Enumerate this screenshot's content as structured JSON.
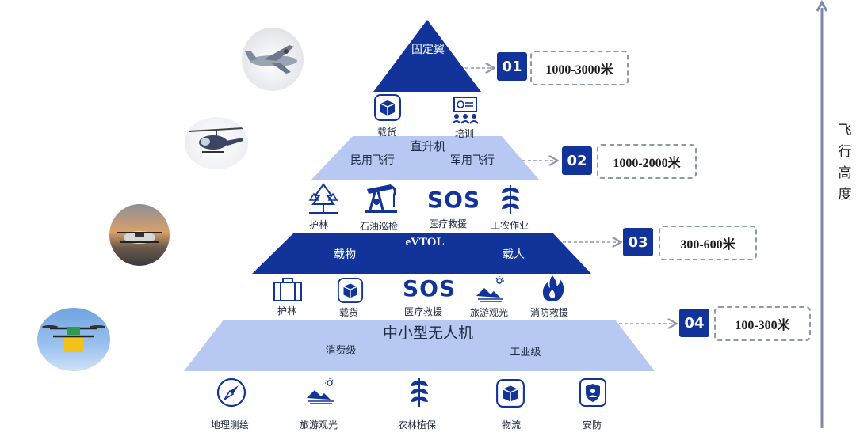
{
  "tiers": [
    {
      "id": "fixed-wing",
      "title": "固定翼",
      "badge": "01",
      "altitude": "1000-3000米",
      "subs": []
    },
    {
      "id": "helicopter",
      "title": "直升机",
      "badge": "02",
      "altitude": "1000-2000米",
      "subs": [
        "民用飞行",
        "军用飞行"
      ]
    },
    {
      "id": "evtol",
      "title": "eVTOL",
      "badge": "03",
      "altitude": "300-600米",
      "subs": [
        "载物",
        "载人"
      ]
    },
    {
      "id": "drone",
      "title": "中小型无人机",
      "badge": "04",
      "altitude": "100-300米",
      "subs": [
        "消费级",
        "工业级"
      ]
    }
  ],
  "applications": {
    "fixed_wing": [
      {
        "label": "载货",
        "icon": "cargo-box-icon"
      },
      {
        "label": "培训",
        "icon": "training-icon"
      }
    ],
    "helicopter": [
      {
        "label": "护林",
        "icon": "forest-trees-icon"
      },
      {
        "label": "石油巡检",
        "icon": "oil-pump-icon"
      },
      {
        "label": "医疗救援",
        "icon": "sos-icon"
      },
      {
        "label": "工农作业",
        "icon": "crop-icon"
      }
    ],
    "evtol": [
      {
        "label": "护林",
        "icon": "briefcase-icon"
      },
      {
        "label": "载货",
        "icon": "cargo-box-icon"
      },
      {
        "label": "医疗救援",
        "icon": "sos-icon"
      },
      {
        "label": "旅游观光",
        "icon": "sightseeing-icon"
      },
      {
        "label": "消防救援",
        "icon": "fire-icon"
      }
    ],
    "drone": [
      {
        "label": "地理测绘",
        "icon": "compass-icon"
      },
      {
        "label": "旅游观光",
        "icon": "sightseeing-icon"
      },
      {
        "label": "农林植保",
        "icon": "crop-icon"
      },
      {
        "label": "物流",
        "icon": "cargo-box-icon"
      },
      {
        "label": "安防",
        "icon": "shield-icon"
      }
    ]
  },
  "sos_text": "SOS",
  "axis_label": [
    "飞",
    "行",
    "高",
    "度"
  ],
  "colors": {
    "dark": "#12349a",
    "light": "#b7c8f3",
    "axis": "#7c8aa8",
    "dashed": "#8f98ab"
  }
}
